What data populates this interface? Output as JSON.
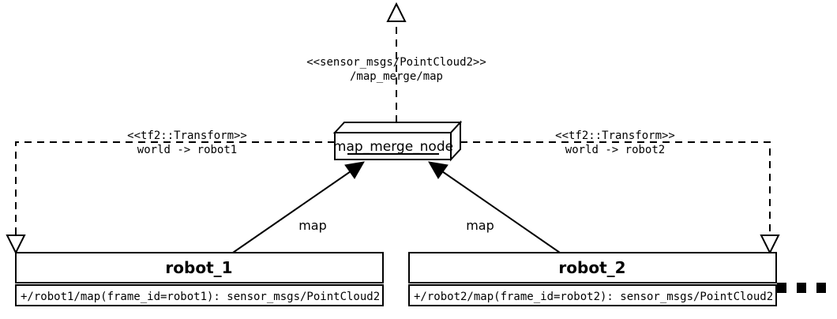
{
  "diagram": {
    "title": "map_merge_node topic and transform diagram",
    "colors": {
      "stroke": "#000000",
      "fill": "#ffffff",
      "background": "#ffffff"
    },
    "node": {
      "name": "map_merge_node",
      "shape": "uml-component-3d-box"
    },
    "output_topic": {
      "stereotype": "<<sensor_msgs/PointCloud2>>",
      "topic": "/map_merge/map",
      "arrow": "hollow-triangle-up",
      "line_style": "dashed"
    },
    "transforms": [
      {
        "id": "left",
        "stereotype": "<<tf2::Transform>>",
        "frames": "world -> robot1",
        "arrow": "hollow-triangle-down",
        "line_style": "dashed"
      },
      {
        "id": "right",
        "stereotype": "<<tf2::Transform>>",
        "frames": "world -> robot2",
        "arrow": "hollow-triangle-down",
        "line_style": "dashed"
      }
    ],
    "subscriptions": [
      {
        "id": "left",
        "label": "map",
        "arrow": "filled-triangle",
        "line_style": "solid"
      },
      {
        "id": "right",
        "label": "map",
        "arrow": "filled-triangle",
        "line_style": "solid"
      }
    ],
    "robots": [
      {
        "id": "robot_1",
        "title": "robot_1",
        "attribute": "+/robot1/map(frame_id=robot1): sensor_msgs/PointCloud2"
      },
      {
        "id": "robot_2",
        "title": "robot_2",
        "attribute": "+/robot2/map(frame_id=robot2): sensor_msgs/PointCloud2"
      }
    ],
    "ellipsis": {
      "label": "...",
      "dot_count": 3,
      "meaning": "more robots"
    }
  }
}
